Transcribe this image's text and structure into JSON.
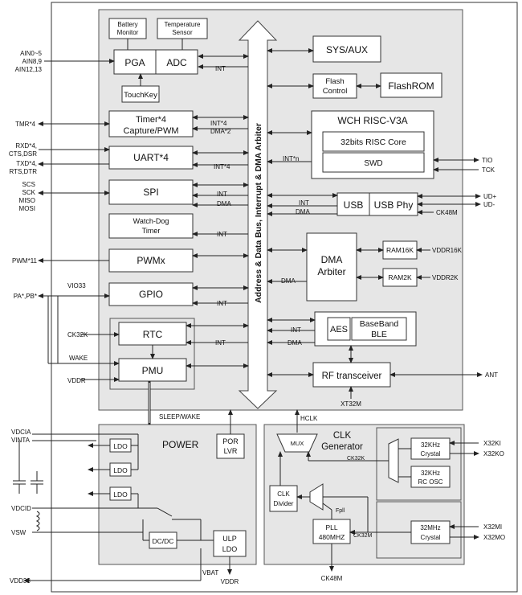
{
  "blocks": {
    "battery_monitor": [
      "Battery",
      "Monitor"
    ],
    "temperature_sensor": [
      "Temperature",
      "Sensor"
    ],
    "pga": "PGA",
    "adc": "ADC",
    "touchkey": "TouchKey",
    "timer": [
      "Timer*4",
      "Capture/PWM"
    ],
    "uart": "UART*4",
    "spi": "SPI",
    "watchdog": [
      "Watch-Dog",
      "Timer"
    ],
    "pwmx": "PWMx",
    "gpio": "GPIO",
    "rtc": "RTC",
    "pmu": "PMU",
    "sys_aux": "SYS/AUX",
    "flash_control": [
      "Flash",
      "Control"
    ],
    "flashrom": "FlashROM",
    "wch_risc": "WCH RISC-V3A",
    "risc_core": "32bits RISC Core",
    "swd": "SWD",
    "usb": "USB",
    "usb_phy": "USB Phy",
    "dma_arbiter": [
      "DMA",
      "Arbiter"
    ],
    "ram16k": "RAM16K",
    "ram2k": "RAM2K",
    "aes": "AES",
    "baseband": [
      "BaseBand",
      "BLE"
    ],
    "rf": "RF transceiver",
    "bus": "Address & Data Bus, Interrupt & DMA Arbiter",
    "power": "POWER",
    "ldo": "LDO",
    "por": [
      "POR",
      "LVR"
    ],
    "dcdc": "DC/DC",
    "ulp": [
      "ULP",
      "LDO"
    ],
    "clk_gen": [
      "CLK",
      "Generator"
    ],
    "mux": "MUX",
    "clk_divider": [
      "CLK",
      "Divider"
    ],
    "pll": [
      "PLL",
      "480MHZ"
    ],
    "x32k_crystal": [
      "32KHz",
      "Crystal"
    ],
    "rc_osc": [
      "32KHz",
      "RC OSC"
    ],
    "x32m_crystal": [
      "32MHz",
      "Crystal"
    ]
  },
  "signals": {
    "int": "INT",
    "dma": "DMA",
    "int4": "INT*4",
    "dma2": "DMA*2",
    "intn": "INT*n",
    "ck32k": "CK32K",
    "ck48m": "CK48M",
    "xt32m": "XT32M",
    "hclk": "HCLK",
    "sleep_wake": "SLEEP/WAKE",
    "ck32k_small": "CK32K",
    "ck32m": "CK32M",
    "fpll": "Fpll",
    "vbat": "VBAT",
    "vddr_power": "VDDR",
    "ck48m_out": "CK48M"
  },
  "pins_left": {
    "ain": [
      "AIN0~5",
      "AIN8,9",
      "AIN12,13"
    ],
    "tmr": "TMR*4",
    "uart": [
      "RXD*4,",
      "CTS,DSR",
      "TXD*4,",
      "RTS,DTR"
    ],
    "spi": [
      "SCS",
      "SCK",
      "MISO",
      "MOSI"
    ],
    "pwm": "PWM*11",
    "pa_pb": "PA*,PB*",
    "vio33": "VIO33",
    "ck32k": "CK32K",
    "wake": "WAKE",
    "vddr": "VDDR",
    "vdcia": "VDCIA",
    "vinta": "VINTA",
    "vdcid": "VDCID",
    "vsw": "VSW",
    "vdd33": "VDD33"
  },
  "pins_right": {
    "tio": "TIO",
    "tck": "TCK",
    "udp": "UD+",
    "udm": "UD-",
    "ck48m": "CK48M",
    "vddr16k": "VDDR16K",
    "vddr2k": "VDDR2K",
    "ant": "ANT",
    "x32ki": "X32KI",
    "x32ko": "X32KO",
    "x32mi": "X32MI",
    "x32mo": "X32MO"
  }
}
